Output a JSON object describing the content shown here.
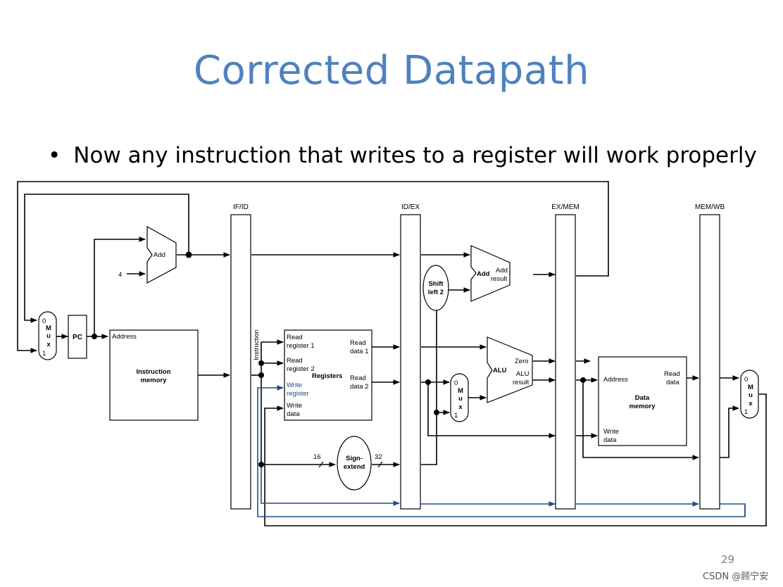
{
  "slide": {
    "title": "Corrected Datapath",
    "bullet": "Now any instruction that writes to a register will work properly",
    "page_number": "29",
    "watermark": "CSDN @顾宁安"
  },
  "diagram": {
    "pipeline_registers": [
      "IF/ID",
      "ID/EX",
      "EX/MEM",
      "MEM/WB"
    ],
    "components": {
      "pc": "PC",
      "pc_adder": "Add",
      "constant_four": "4",
      "instruction_memory": {
        "address": "Address",
        "name_line1": "Instruction",
        "name_line2": "memory"
      },
      "instruction_bus_label": "Instruction",
      "registers": {
        "read_register_1": [
          "Read",
          "register 1"
        ],
        "read_register_2": [
          "Read",
          "register 2"
        ],
        "write_register": [
          "Write",
          "register"
        ],
        "write_data": [
          "Write",
          "data"
        ],
        "read_data_1": [
          "Read",
          "data 1"
        ],
        "read_data_2": [
          "Read",
          "data 2"
        ],
        "name": "Registers"
      },
      "sign_extend": {
        "line1": "Sign-",
        "line2": "extend",
        "in_width": "16",
        "out_width": "32"
      },
      "shift_left": {
        "line1": "Shift",
        "line2": "left 2"
      },
      "branch_adder": {
        "name": "Add",
        "result_line1": "Add",
        "result_line2": "result"
      },
      "alu": {
        "name": "ALU",
        "zero": "Zero",
        "result_line1": "ALU",
        "result_line2": "result"
      },
      "data_memory": {
        "address": "Address",
        "read_data": [
          "Read",
          "data"
        ],
        "write_data": [
          "Write",
          "data"
        ],
        "name_line1": "Data",
        "name_line2": "memory"
      },
      "mux": {
        "zero": "0",
        "one": "1",
        "letters": [
          "M",
          "u",
          "x"
        ]
      }
    },
    "colors": {
      "write_register_path": "#1f4e8c",
      "title": "#4f81bd"
    }
  }
}
